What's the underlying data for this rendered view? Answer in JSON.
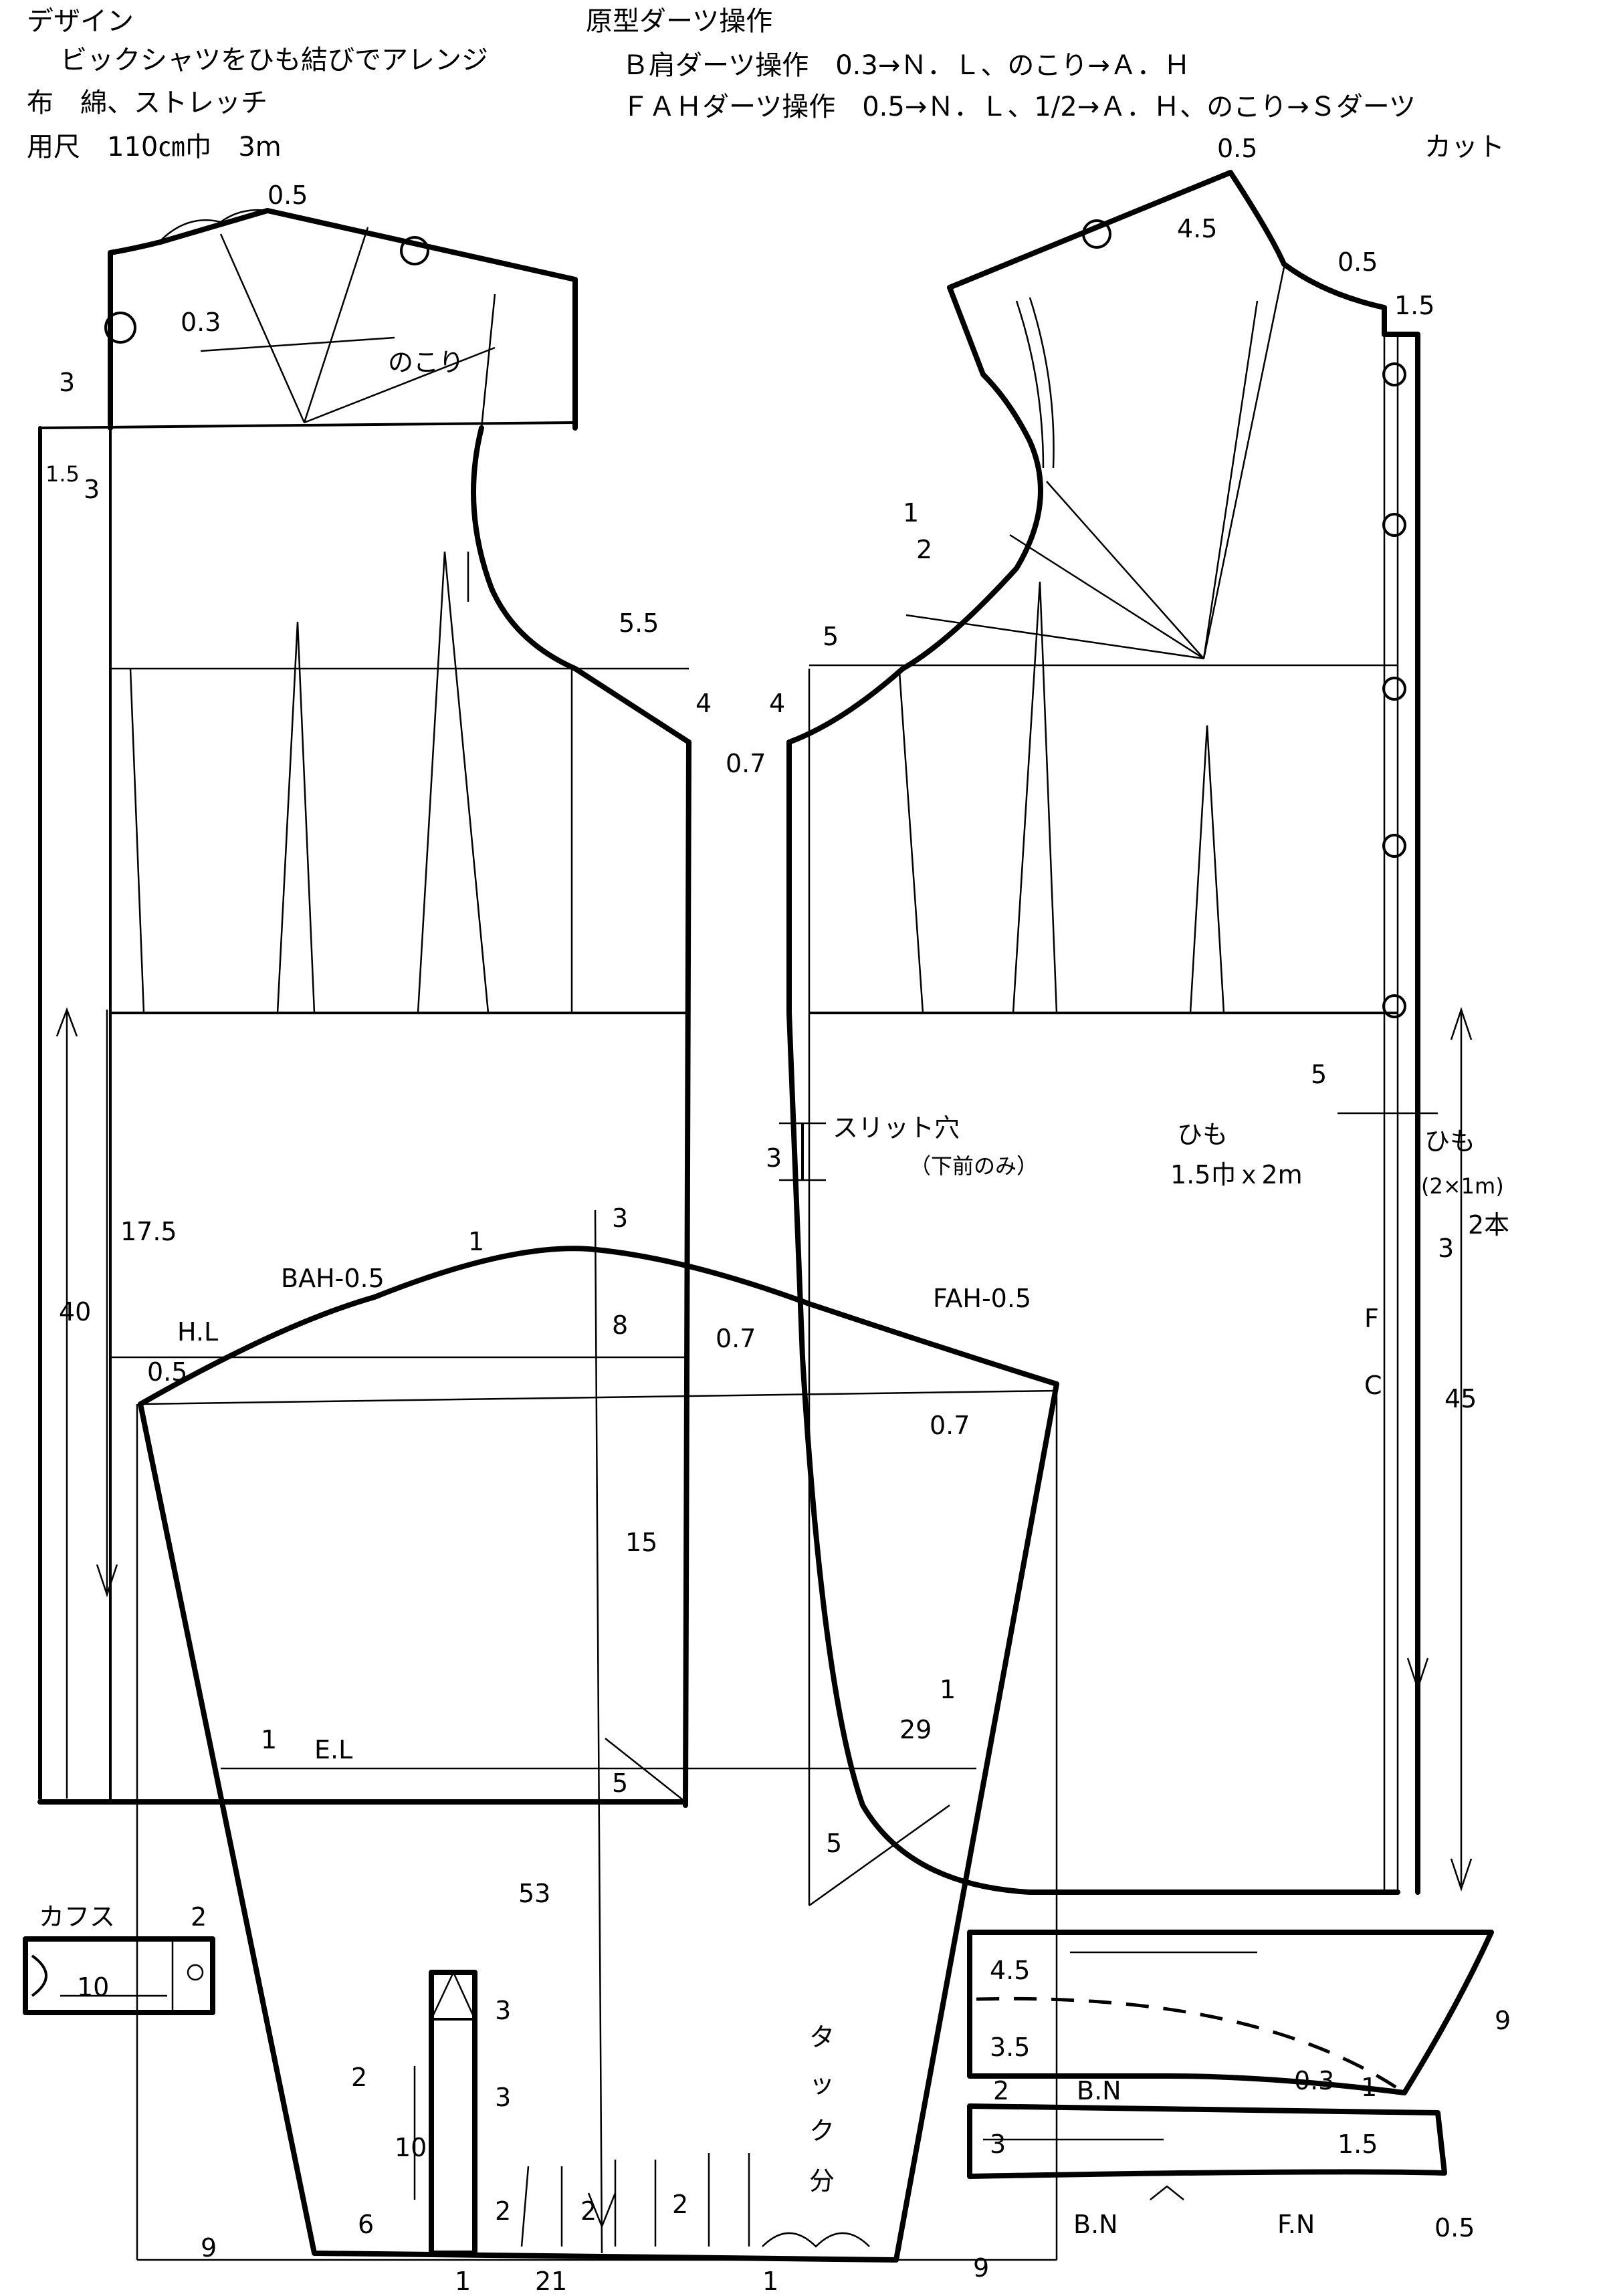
{
  "header": {
    "left": {
      "line1": "デザイン",
      "line2": "ビックシャツをひも結びでアレンジ",
      "line3": "布　綿、ストレッチ",
      "line4": "用尺　110㎝巾　3m"
    },
    "right": {
      "line1": "原型ダーツ操作",
      "line2": "Ｂ肩ダーツ操作　0.3→Ｎ．Ｌ、のこり→Ａ．Ｈ",
      "line3": "ＦＡＨダーツ操作　0.5→Ｎ．Ｌ、1/2→Ａ．Ｈ、のこり→Ｓダーツ",
      "line4": "カット"
    }
  },
  "back_bodice": {
    "remainder": "のこり",
    "val_0_5_top": "0.5",
    "val_0_3": "0.3",
    "val_3_a": "3",
    "val_1_5": "1.5",
    "val_3_b": "3",
    "val_5_5": "5.5",
    "val_4": "4",
    "val_17_5": "17.5",
    "val_40": "40",
    "hl_label": "H.L",
    "val_0_5_hl": "0.5",
    "bah_label": "BAH-0.5",
    "val_1_bah": "1",
    "val_3_cap": "3",
    "val_8": "8",
    "val_15": "15",
    "el_label": "E.L",
    "val_1_el": "1",
    "val_5_hem": "5"
  },
  "front_bodice": {
    "val_0_5_neck": "0.5",
    "val_4_5": "4.5",
    "val_0_5_shoulder": "0.5",
    "val_1_5": "1.5",
    "half_num": "1",
    "half_den": "2",
    "val_5": "5",
    "val_4": "4",
    "val_0_7": "0.7",
    "slit_label": "スリット穴",
    "slit_note": "（下前のみ）",
    "val_3_slit": "3",
    "tie_label": "ひも",
    "tie_size": "1.5巾ｘ2m",
    "val_5_tie": "5",
    "tie_label2": "ひも",
    "tie_size2": "(2×1m)",
    "tie_count": "2本",
    "val_3_fc": "3",
    "fc_f": "F",
    "fc_c": "C",
    "val_45": "45",
    "fah_label": "FAH-0.5",
    "val_0_7_a": "0.7",
    "val_0_7_b": "0.7",
    "val_1_side": "1",
    "val_29": "29",
    "val_5_hem": "5"
  },
  "sleeve": {
    "val_53": "53",
    "val_9_left": "9",
    "val_6": "6",
    "val_1_bottom": "1",
    "val_21": "21",
    "val_1_mid": "1",
    "val_9_right": "9",
    "tuck_label_1": "タ",
    "tuck_label_2": "ッ",
    "tuck_label_3": "ク",
    "tuck_label_4": "分",
    "tuck_2_a": "2",
    "tuck_2_b": "2",
    "tuck_2_c": "2",
    "placket_3_a": "3",
    "placket_3_b": "3",
    "placket_2": "2",
    "placket_10": "10"
  },
  "cuff": {
    "label": "カフス",
    "val_2": "2",
    "val_10": "10"
  },
  "collar": {
    "val_4_5": "4.5",
    "val_3_5": "3.5",
    "val_9": "9",
    "val_0_3": "0.3",
    "val_1": "1",
    "val_2": "2",
    "bn_label": "B.N",
    "val_3": "3",
    "val_1_5": "1.5",
    "bn_label2": "B.N",
    "fn_label": "F.N",
    "val_0_5": "0.5"
  }
}
